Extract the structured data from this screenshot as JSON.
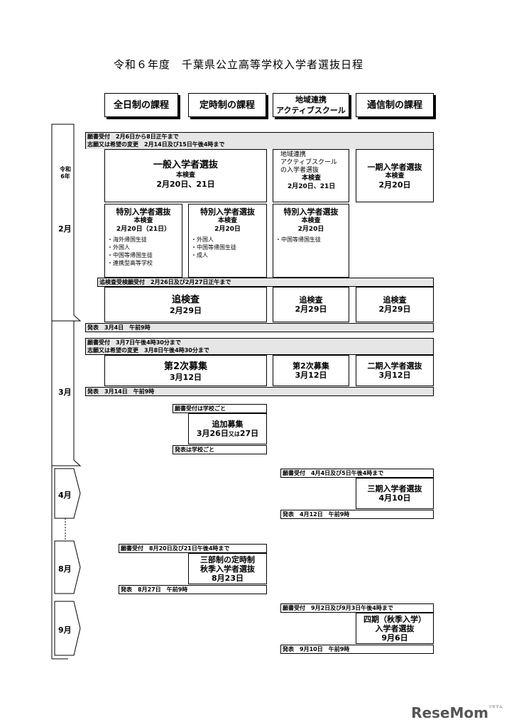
{
  "title": "令和６年度　千葉県公立高等学校入学者選抜日程",
  "headers": {
    "zennichi": "全日制の課程",
    "teiji": "定時制の課程",
    "chiiki_line1": "地域連携",
    "chiiki_line2": "アクティブスクール",
    "tsushin": "通信制の課程"
  },
  "months": {
    "era_line1": "令和",
    "era_line2": "6年",
    "feb": "2月",
    "mar": "3月",
    "apr": "4月",
    "aug": "8月",
    "sep": "9月"
  },
  "feb": {
    "application": "願書受付　2月6日から8日正午まで",
    "change": "志願又は希望の変更　2月14日及び15日午後4時まで",
    "general": {
      "title": "一般入学者選抜",
      "sub": "本検査",
      "date": "2月20日、21日"
    },
    "chiiki": {
      "l1": "地域連携",
      "l2": "アクティブスクール",
      "l3": "の入学者選抜",
      "sub": "本検査",
      "date": "2月20日、21日"
    },
    "tsushin1": {
      "title": "一期入学者選抜",
      "sub": "本検査",
      "date": "2月20日"
    },
    "special_zen": {
      "title": "特別入学者選抜",
      "sub": "本検査",
      "date": "2月20日（21日）",
      "items": [
        "・海外帰国生徒",
        "・外国人",
        "・中国等帰国生徒",
        "・連携型高等学校"
      ]
    },
    "special_tei": {
      "title": "特別入学者選抜",
      "sub": "本検査",
      "date": "2月20日",
      "items": [
        "・外国人",
        "・中国等帰国生徒",
        "・成人"
      ]
    },
    "special_chi": {
      "title": "特別入学者選抜",
      "sub": "本検査",
      "date": "2月20日",
      "items": [
        "・中国等帰国生徒"
      ]
    },
    "makeup_app": "追検査受検願受付　2月26日及び2月27日正午まで",
    "makeup": {
      "title": "追検査",
      "date": "2月29日"
    },
    "announce": "発表　3月4日　午前9時"
  },
  "mar": {
    "application": "願書受付　3月7日午後4時30分まで",
    "change": "志願又は希望の変更　3月8日午後4時30分まで",
    "second": {
      "title": "第2次募集",
      "date": "3月12日"
    },
    "second_chi": {
      "title": "第2次募集",
      "date": "3月12日"
    },
    "tsushin2": {
      "title": "二期入学者選抜",
      "date": "3月12日"
    },
    "announce": "発表　3月14日　午前9時",
    "extra_app": "願書受付は学校ごと",
    "extra": {
      "title": "追加募集",
      "date_a": "3月26日",
      "date_or": "又は",
      "date_b": "27日"
    },
    "extra_announce": "発表は学校ごと"
  },
  "apr": {
    "application": "願書受付　4月4日及び5日午後4時まで",
    "tsushin3": {
      "title": "三期入学者選抜",
      "date": "4月10日"
    },
    "announce": "発表　4月12日　午前9時"
  },
  "aug": {
    "application": "願書受付　8月20日及び21日午後4時まで",
    "autumn": {
      "l1": "三部制の定時制",
      "l2": "秋季入学者選抜",
      "date": "8月23日"
    },
    "announce": "発表　8月27日　午前9時"
  },
  "sep": {
    "application": "願書受付　9月2日及び9月3日午後4時まで",
    "tsushin4": {
      "l1": "四期（秋季入学）",
      "l2": "入学者選抜",
      "date": "9月6日"
    },
    "announce": "発表　9月10日　午前9時"
  },
  "logo": {
    "text": "ReseMom",
    "sup": "リセマム"
  }
}
